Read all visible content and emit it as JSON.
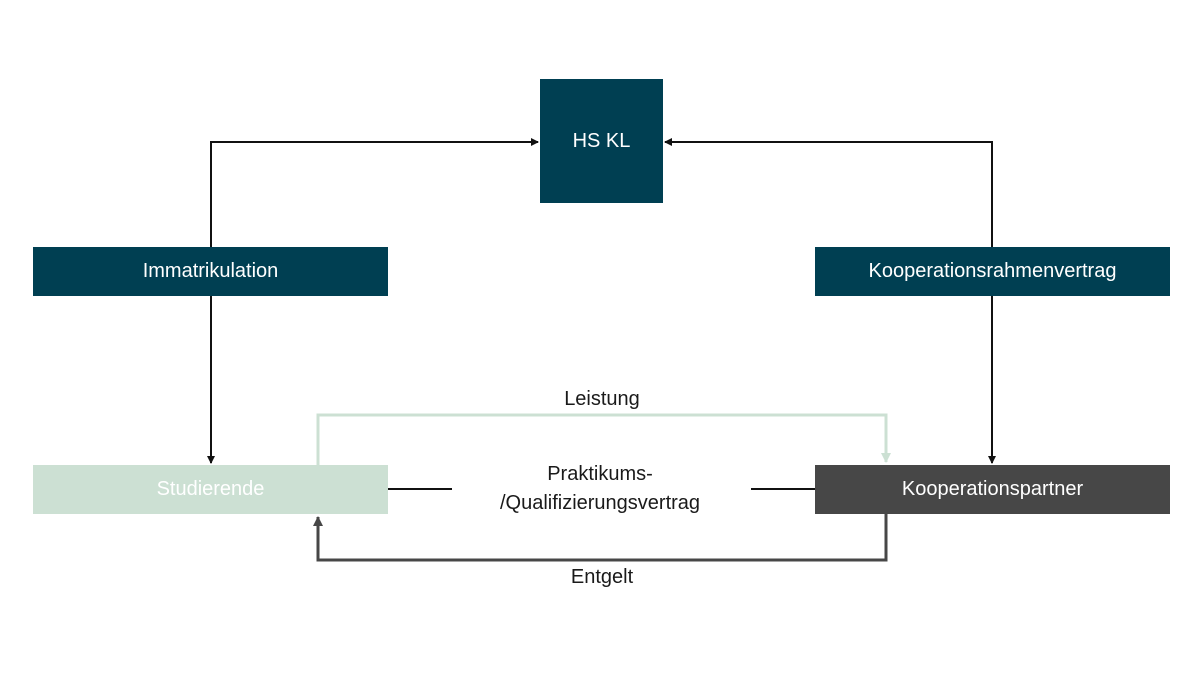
{
  "nodes": {
    "hs_kl": "HS KL",
    "immatrikulation": "Immatrikulation",
    "kooperationsrahmenvertrag": "Kooperationsrahmenvertrag",
    "studierende": "Studierende",
    "kooperationspartner": "Kooperationspartner"
  },
  "labels": {
    "leistung": "Leistung",
    "entgelt": "Entgelt",
    "vertrag_line1": "Praktikums-",
    "vertrag_line2": "/Qualifizierungsvertrag"
  },
  "colors": {
    "dark_teal": "#003f52",
    "light_green": "#cce0d3",
    "dark_gray": "#474747",
    "arrow_black": "#111111",
    "arrow_light": "#cce0d3",
    "arrow_gray": "#474747"
  }
}
